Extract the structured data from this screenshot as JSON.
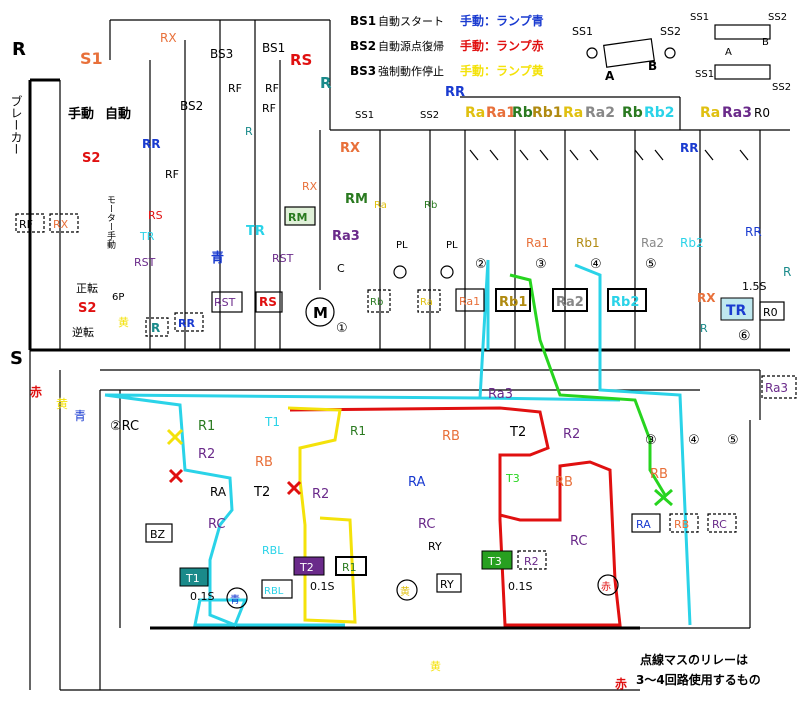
{
  "rails": {
    "r": "R",
    "s": "S",
    "breaker": "ブレーカー"
  },
  "legend": {
    "bs1": "BS1",
    "bs1_text": "自動スタート",
    "bs2": "BS2",
    "bs2_text": "自動源点復帰",
    "bs3": "BS3",
    "bs3_text": "強制動作停止",
    "manual_blue": "手動：ランプ青",
    "manual_red": "手動：ランプ赤",
    "manual_yellow": "手動：ランプ黄"
  },
  "switch_diagram": {
    "ss1": "SS1",
    "ss2": "SS2",
    "a": "A",
    "b": "B"
  },
  "top_labels": {
    "s1": "S1",
    "manual": "手動",
    "auto": "自動",
    "rx": "RX",
    "bs3": "BS3",
    "bs2": "BS2",
    "bs1": "BS1",
    "rs": "RS",
    "r": "R",
    "rf": "RF",
    "rr": "RR",
    "s2": "S2",
    "motor_manual": "モーター手動",
    "tr": "TR",
    "rst": "RST",
    "blue": "青",
    "rm": "RM",
    "ra3": "Ra3",
    "c": "C",
    "motor": "M",
    "circle_1": "①",
    "fwd": "正転",
    "rev": "逆転",
    "p6": "6P",
    "yellow": "黄",
    "ss1": "SS1",
    "ss2": "SS2",
    "ra": "Ra",
    "rb": "Rb",
    "pl": "PL"
  },
  "top_relays": [
    "Ra",
    "Ra1",
    "Rb",
    "Rb1",
    "Ra",
    "Ra2",
    "Rb",
    "Rb2",
    "Ra",
    "Ra3",
    "R0"
  ],
  "column_labels": [
    "②",
    "③",
    "④",
    "⑤",
    "⑥"
  ],
  "mid_labels": {
    "ra1": "Ra1",
    "rb1": "Rb1",
    "ra2": "Ra2",
    "rb2": "Rb2",
    "t15": "1.5S",
    "r0": "R0"
  },
  "bottom_labels": {
    "red": "赤",
    "yellow": "黄",
    "blue": "青",
    "rc": "②RC",
    "r1": "R1",
    "r2": "R2",
    "t1": "T1",
    "rb": "RB",
    "t2": "T2",
    "t3": "T3",
    "ra": "RA",
    "ry": "RY",
    "bz": "BZ",
    "rbl": "RBL",
    "t01": "0.1S",
    "rc2": "RC",
    "ra3": "Ra3",
    "circ3": "③",
    "circ4": "④",
    "circ5": "⑤",
    "lamp_red": "赤"
  },
  "note": {
    "line1": "点線マスのリレーは",
    "line2": "3～4回路使用するもの"
  },
  "colors": {
    "cyan": "#2ad3e8",
    "red": "#e01010",
    "yellow": "#f4e20a",
    "green": "#27d41f",
    "orange": "#e8703a"
  }
}
